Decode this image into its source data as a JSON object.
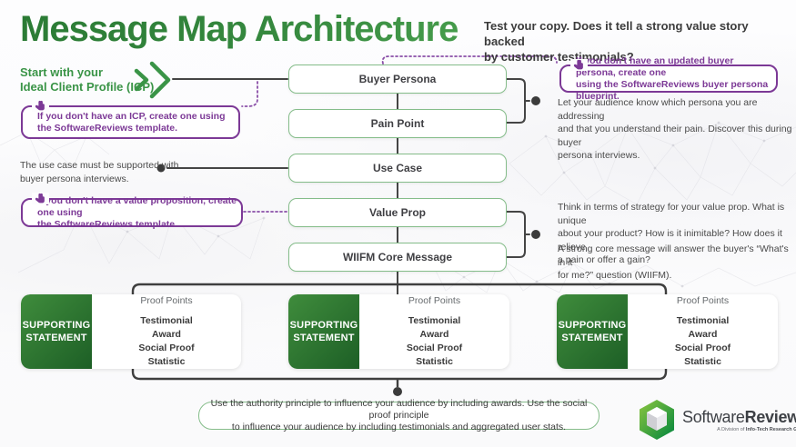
{
  "title": "Message Map Architecture",
  "heading": {
    "lines": [
      "Test your copy. Does it tell a strong value story backed",
      "by customer testimonials?"
    ]
  },
  "start": {
    "lines": [
      "Start with your",
      "Ideal Client Profile (ICP)"
    ]
  },
  "flow": {
    "boxes": [
      {
        "label": "Buyer Persona"
      },
      {
        "label": "Pain Point"
      },
      {
        "label": "Use Case"
      },
      {
        "label": "Value Prop"
      },
      {
        "label": "WIIFM Core Message"
      }
    ]
  },
  "callouts": {
    "icp": {
      "lines": [
        "If you don't have an ICP, create one using",
        "the SoftwareReviews template."
      ]
    },
    "buyer_persona": {
      "lines": [
        "If you don't have an updated buyer persona, create one",
        "using the SoftwareReviews buyer persona blueprint."
      ]
    },
    "value_prop": {
      "lines": [
        "If you don't have a value proposition, create one using",
        "the SoftwareReviews template."
      ]
    }
  },
  "notes": {
    "use_case": {
      "lines": [
        "The use case must be supported with",
        "buyer persona interviews."
      ]
    },
    "persona_pain": {
      "lines": [
        "Let your audience know which persona you are addressing",
        "and that you understand their pain. Discover this during buyer",
        "persona interviews."
      ]
    },
    "value_strategy": {
      "lines": [
        "Think in terms of strategy for your value prop. What is unique",
        "about your product? How is it inimitable? How does it relieve",
        "a pain or offer a gain?"
      ]
    },
    "core_message": {
      "lines": [
        "A strong core message will answer the buyer's “What's in it",
        "for me?” question (WIIFM)."
      ]
    }
  },
  "supporting_cards": [
    {
      "label": "SUPPORTING STATEMENT",
      "proof_header": "Proof Points",
      "items": [
        "Testimonial",
        "Award",
        "Social Proof",
        "Statistic"
      ]
    },
    {
      "label": "SUPPORTING STATEMENT",
      "proof_header": "Proof Points",
      "items": [
        "Testimonial",
        "Award",
        "Social Proof",
        "Statistic"
      ]
    },
    {
      "label": "SUPPORTING STATEMENT",
      "proof_header": "Proof Points",
      "items": [
        "Testimonial",
        "Award",
        "Social Proof",
        "Statistic"
      ]
    }
  ],
  "bottom_note": {
    "lines": [
      "Use the authority principle to influence your audience by including awards. Use the social proof principle",
      "to influence your audience by including testimonials and aggregated user stats."
    ]
  },
  "logo": {
    "name_regular": "Software",
    "name_bold": "Reviews",
    "tagline_prefix": "A Division of ",
    "tagline_bold": "Info-Tech Research Group"
  },
  "colors": {
    "accent_green": "#3a9447",
    "title_green": "#2e7d37",
    "border_green": "#85bd8a",
    "purple": "#7c3996",
    "text_dark": "#3b3b3b",
    "line_dark": "#454545",
    "card_green_start": "#3f8c3c",
    "card_green_end": "#1d5f26"
  }
}
